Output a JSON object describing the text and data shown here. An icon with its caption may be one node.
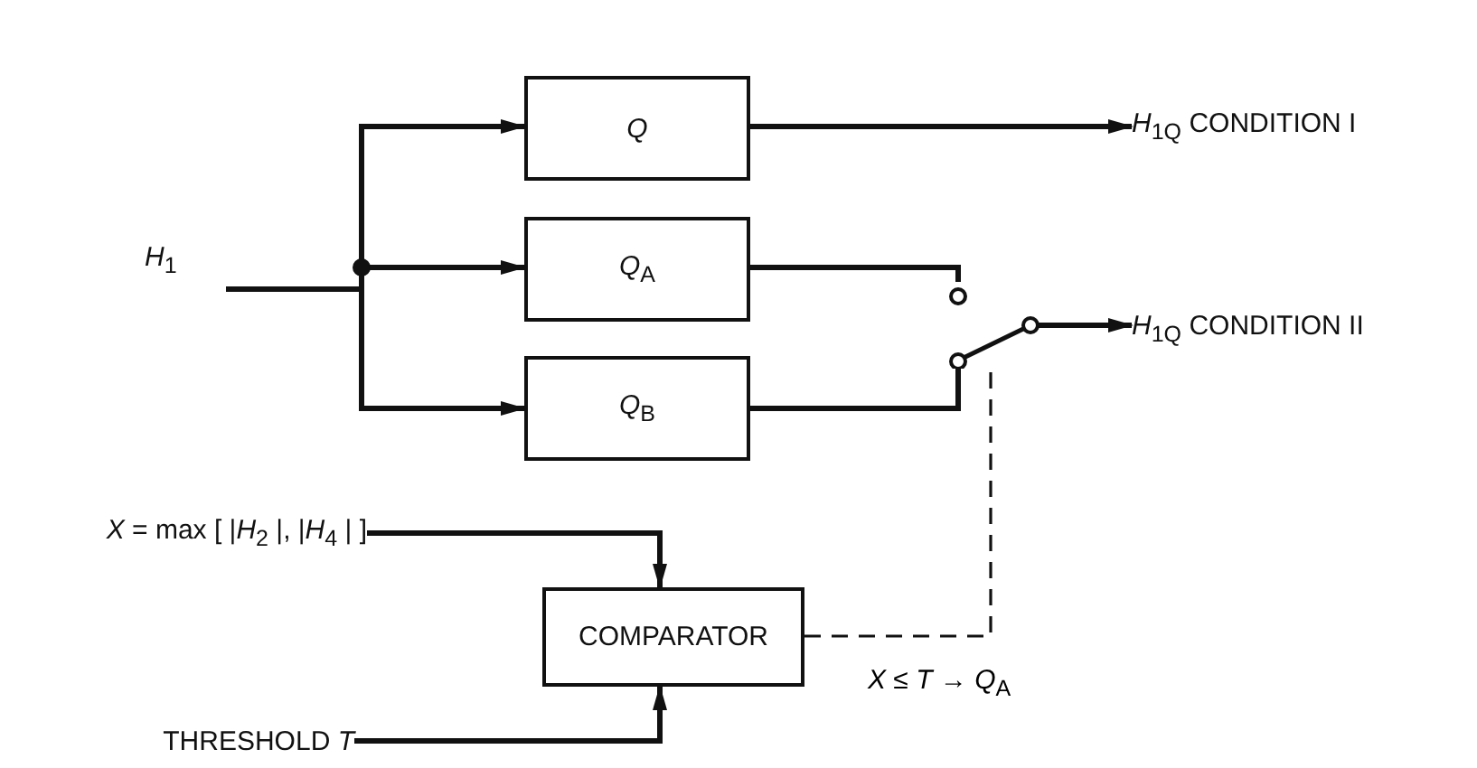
{
  "diagram": {
    "nodes": [
      {
        "text": [
          "*H*$_{1}$"
        ]
      },
      {
        "text": [
          "*Q*"
        ]
      },
      {
        "text": [
          "*Q*$_{A}$"
        ]
      },
      {
        "text": [
          "*Q*$_{B}$"
        ]
      },
      {
        "text": [],
        "shape": "switch"
      },
      {
        "text": [
          "*H*$_{1Q}$ CONDITION I"
        ]
      },
      {
        "text": [
          "*H*$_{1Q}$ CONDITION II"
        ]
      },
      {
        "text": [
          "*X* = max [ |*H*$_{2}$ |, |*H*$_{4}$ | ]"
        ]
      },
      {
        "text": [
          "COMPARATOR"
        ]
      },
      {
        "text": [
          "THRESHOLD *T*"
        ]
      }
    ],
    "edges": [
      {
        "from": 0,
        "to": 1,
        "arrow": "to"
      },
      {
        "from": 0,
        "to": 2,
        "arrow": "to"
      },
      {
        "from": 0,
        "to": 3,
        "arrow": "to"
      },
      {
        "from": 1,
        "to": 5,
        "arrow": "to"
      },
      {
        "from": 2,
        "to": 4,
        "arrow": "none"
      },
      {
        "from": 3,
        "to": 4,
        "arrow": "none"
      },
      {
        "from": 4,
        "to": 6,
        "arrow": "to"
      },
      {
        "from": 7,
        "to": 8,
        "arrow": "to"
      },
      {
        "from": 9,
        "to": 8,
        "arrow": "to"
      },
      {
        "from": 8,
        "to": 4,
        "arrow": "none",
        "style": "dashed",
        "label": "*X* ≤ *T* → *Q*$_{A}$"
      }
    ]
  }
}
